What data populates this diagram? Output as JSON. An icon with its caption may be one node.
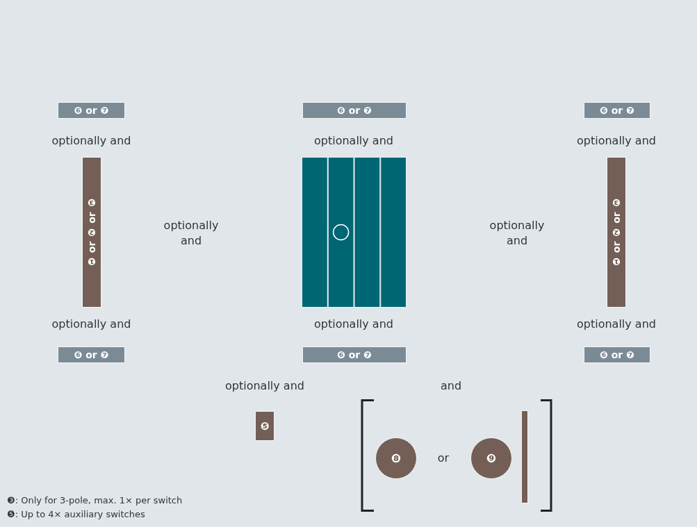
{
  "diagram": {
    "nodes": [
      {
        "text": [
          "❻ or ❼"
        ]
      },
      {
        "text": [
          "❻ or ❼"
        ]
      },
      {
        "text": [
          "❻ or ❼"
        ]
      },
      {
        "text": [
          "❶ or ❷ or ❸"
        ]
      },
      {
        "text": [],
        "shape": "box"
      },
      {
        "text": [
          "❶ or ❷ or ❸"
        ]
      },
      {
        "text": [
          "❻ or ❼"
        ]
      },
      {
        "text": [
          "❻ or ❼"
        ]
      },
      {
        "text": [
          "❻ or ❼"
        ]
      },
      {
        "text": [
          "❺"
        ]
      },
      {
        "text": [
          "❽"
        ]
      },
      {
        "text": [
          "❾"
        ]
      },
      {
        "text": [],
        "shape": "bar"
      }
    ],
    "edges": [],
    "labels": [
      "optionally and",
      "optionally and",
      "optionally and",
      "optionally and",
      "optionally and",
      "optionally and",
      "optionally and",
      "optionally and",
      "optionally and",
      "and",
      "or",
      "❸: Only for 3-pole, max. 1× per switch",
      "❺: Up to 4× auxiliary switches"
    ]
  }
}
